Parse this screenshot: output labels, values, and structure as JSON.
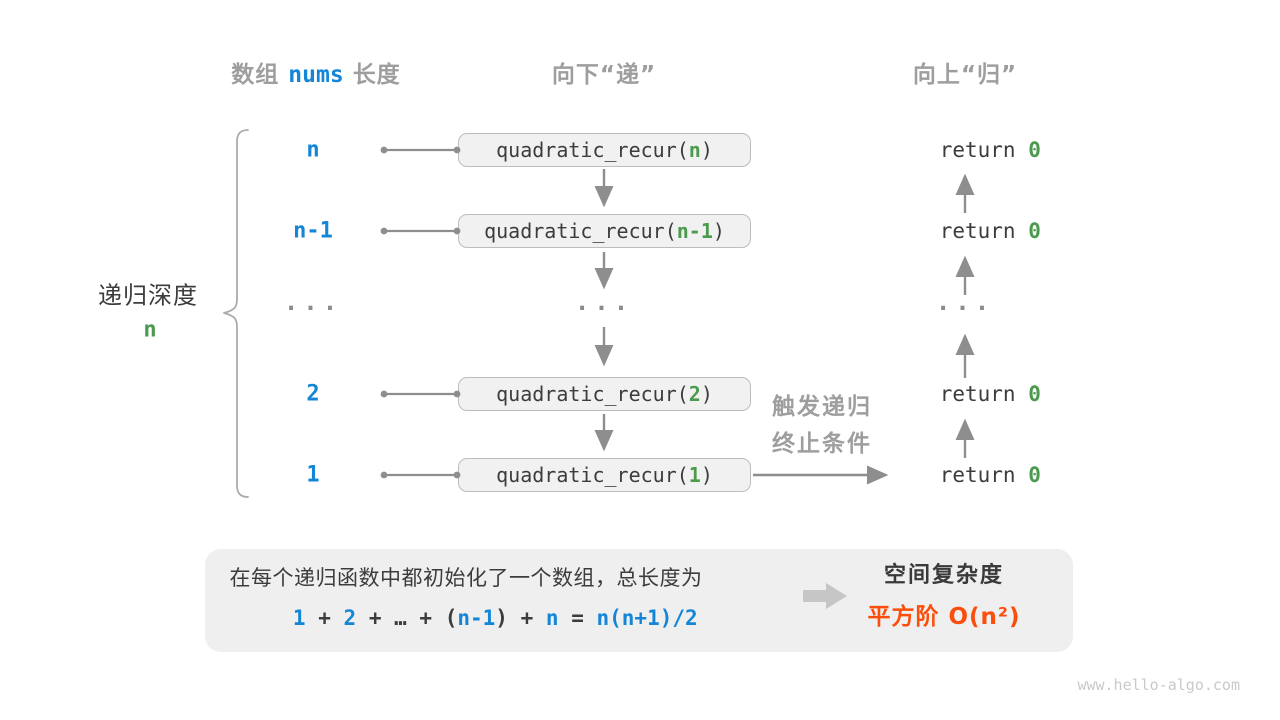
{
  "headers": {
    "array_prefix": "数组",
    "array_var": "nums",
    "array_suffix": "长度",
    "descend": "向下“递”",
    "ascend": "向上“归”"
  },
  "depth_note": {
    "label": "递归深度",
    "value": "n"
  },
  "rows": [
    {
      "length_label": "n",
      "call_prefix": "quadratic_recur(",
      "call_arg": "n",
      "call_suffix": ")",
      "ret_keyword": "return ",
      "ret_value": "0"
    },
    {
      "length_label": "n-1",
      "call_prefix": "quadratic_recur(",
      "call_arg": "n-1",
      "call_suffix": ")",
      "ret_keyword": "return ",
      "ret_value": "0"
    },
    {
      "ellipsis": "···"
    },
    {
      "length_label": "2",
      "call_prefix": "quadratic_recur(",
      "call_arg": "2",
      "call_suffix": ")",
      "ret_keyword": "return ",
      "ret_value": "0"
    },
    {
      "length_label": "1",
      "call_prefix": "quadratic_recur(",
      "call_arg": "1",
      "call_suffix": ")",
      "ret_keyword": "return ",
      "ret_value": "0"
    }
  ],
  "trigger_note": {
    "line1": "触发递归",
    "line2": "终止条件"
  },
  "summary": {
    "line1": "在每个递归函数中都初始化了一个数组，总长度为",
    "formula": [
      {
        "text": "1",
        "color": "blue"
      },
      {
        "text": " + ",
        "color": "dark"
      },
      {
        "text": "2",
        "color": "blue"
      },
      {
        "text": " + ",
        "color": "dark"
      },
      {
        "text": "…",
        "color": "dark"
      },
      {
        "text": " + ",
        "color": "dark"
      },
      {
        "text": "(",
        "color": "dark"
      },
      {
        "text": "n-1",
        "color": "blue"
      },
      {
        "text": ")",
        "color": "dark"
      },
      {
        "text": " + ",
        "color": "dark"
      },
      {
        "text": "n",
        "color": "blue"
      },
      {
        "text": " = ",
        "color": "dark"
      },
      {
        "text": "n(n+1)/2",
        "color": "blue"
      }
    ],
    "result_title": "空间复杂度",
    "result_value": "平方阶 O(n²)"
  },
  "watermark": "www.hello-algo.com",
  "colors": {
    "blue": "#1486d8",
    "green": "#4c9a4d",
    "orange": "#fa4e0a",
    "gray_heading": "#9e9e9e",
    "dark_text": "#3c3c3c",
    "box_fill": "#f1f1f1",
    "box_border": "#bdbdbd",
    "panel_fill": "#efefef",
    "arrow_gray": "#8e8e8e"
  }
}
